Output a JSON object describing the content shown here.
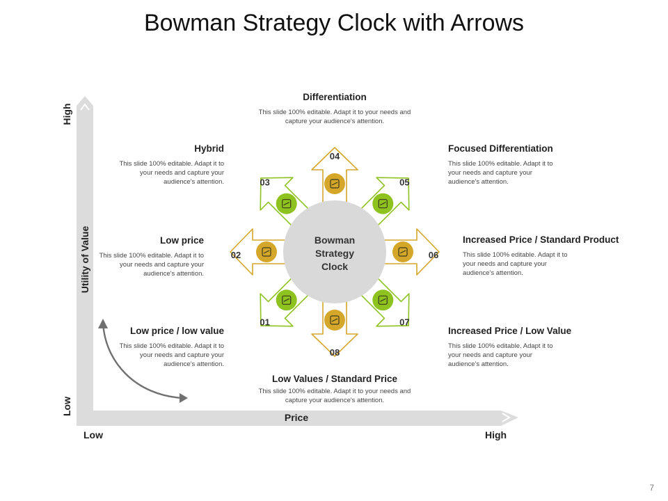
{
  "title": "Bowman Strategy Clock with Arrows",
  "center_label": [
    "Bowman",
    "Strategy",
    "Clock"
  ],
  "body_text": "This slide 100% editable. Adapt it to your needs and capture your audience's attention.",
  "axes": {
    "y_title": "Utility of Value",
    "y_high": "High",
    "y_low": "Low",
    "x_title": "Price",
    "x_low": "Low",
    "x_high": "High"
  },
  "sections": [
    {
      "num": "01",
      "label": "Low price / low value",
      "icon": "shield-down-icon",
      "color": "#8dc21f"
    },
    {
      "num": "02",
      "label": "Low price",
      "icon": "price-arrows-icon",
      "color": "#d4a62a"
    },
    {
      "num": "03",
      "label": "Hybrid",
      "icon": "calendar-icon",
      "color": "#8dc21f"
    },
    {
      "num": "04",
      "label": "Differentiation",
      "icon": "chart-pen-icon",
      "color": "#d4a62a"
    },
    {
      "num": "05",
      "label": "Focused Differentiation",
      "icon": "puzzle-head-icon",
      "color": "#8dc21f"
    },
    {
      "num": "06",
      "label": "Increased Price / Standard Product",
      "icon": "dollar-chart-icon",
      "color": "#d4a62a"
    },
    {
      "num": "07",
      "label": "Increased Price / Low Value",
      "icon": "trend-chart-icon",
      "color": "#8dc21f"
    },
    {
      "num": "08",
      "label": "Low Values  / Standard Price",
      "icon": "document-check-icon",
      "color": "#d4a62a"
    }
  ],
  "colors": {
    "green": "#8dc21f",
    "gold": "#d4a62a",
    "gray_circle": "#d9d9d9",
    "axis_gray": "#dcdcdc"
  },
  "page_number": "7"
}
